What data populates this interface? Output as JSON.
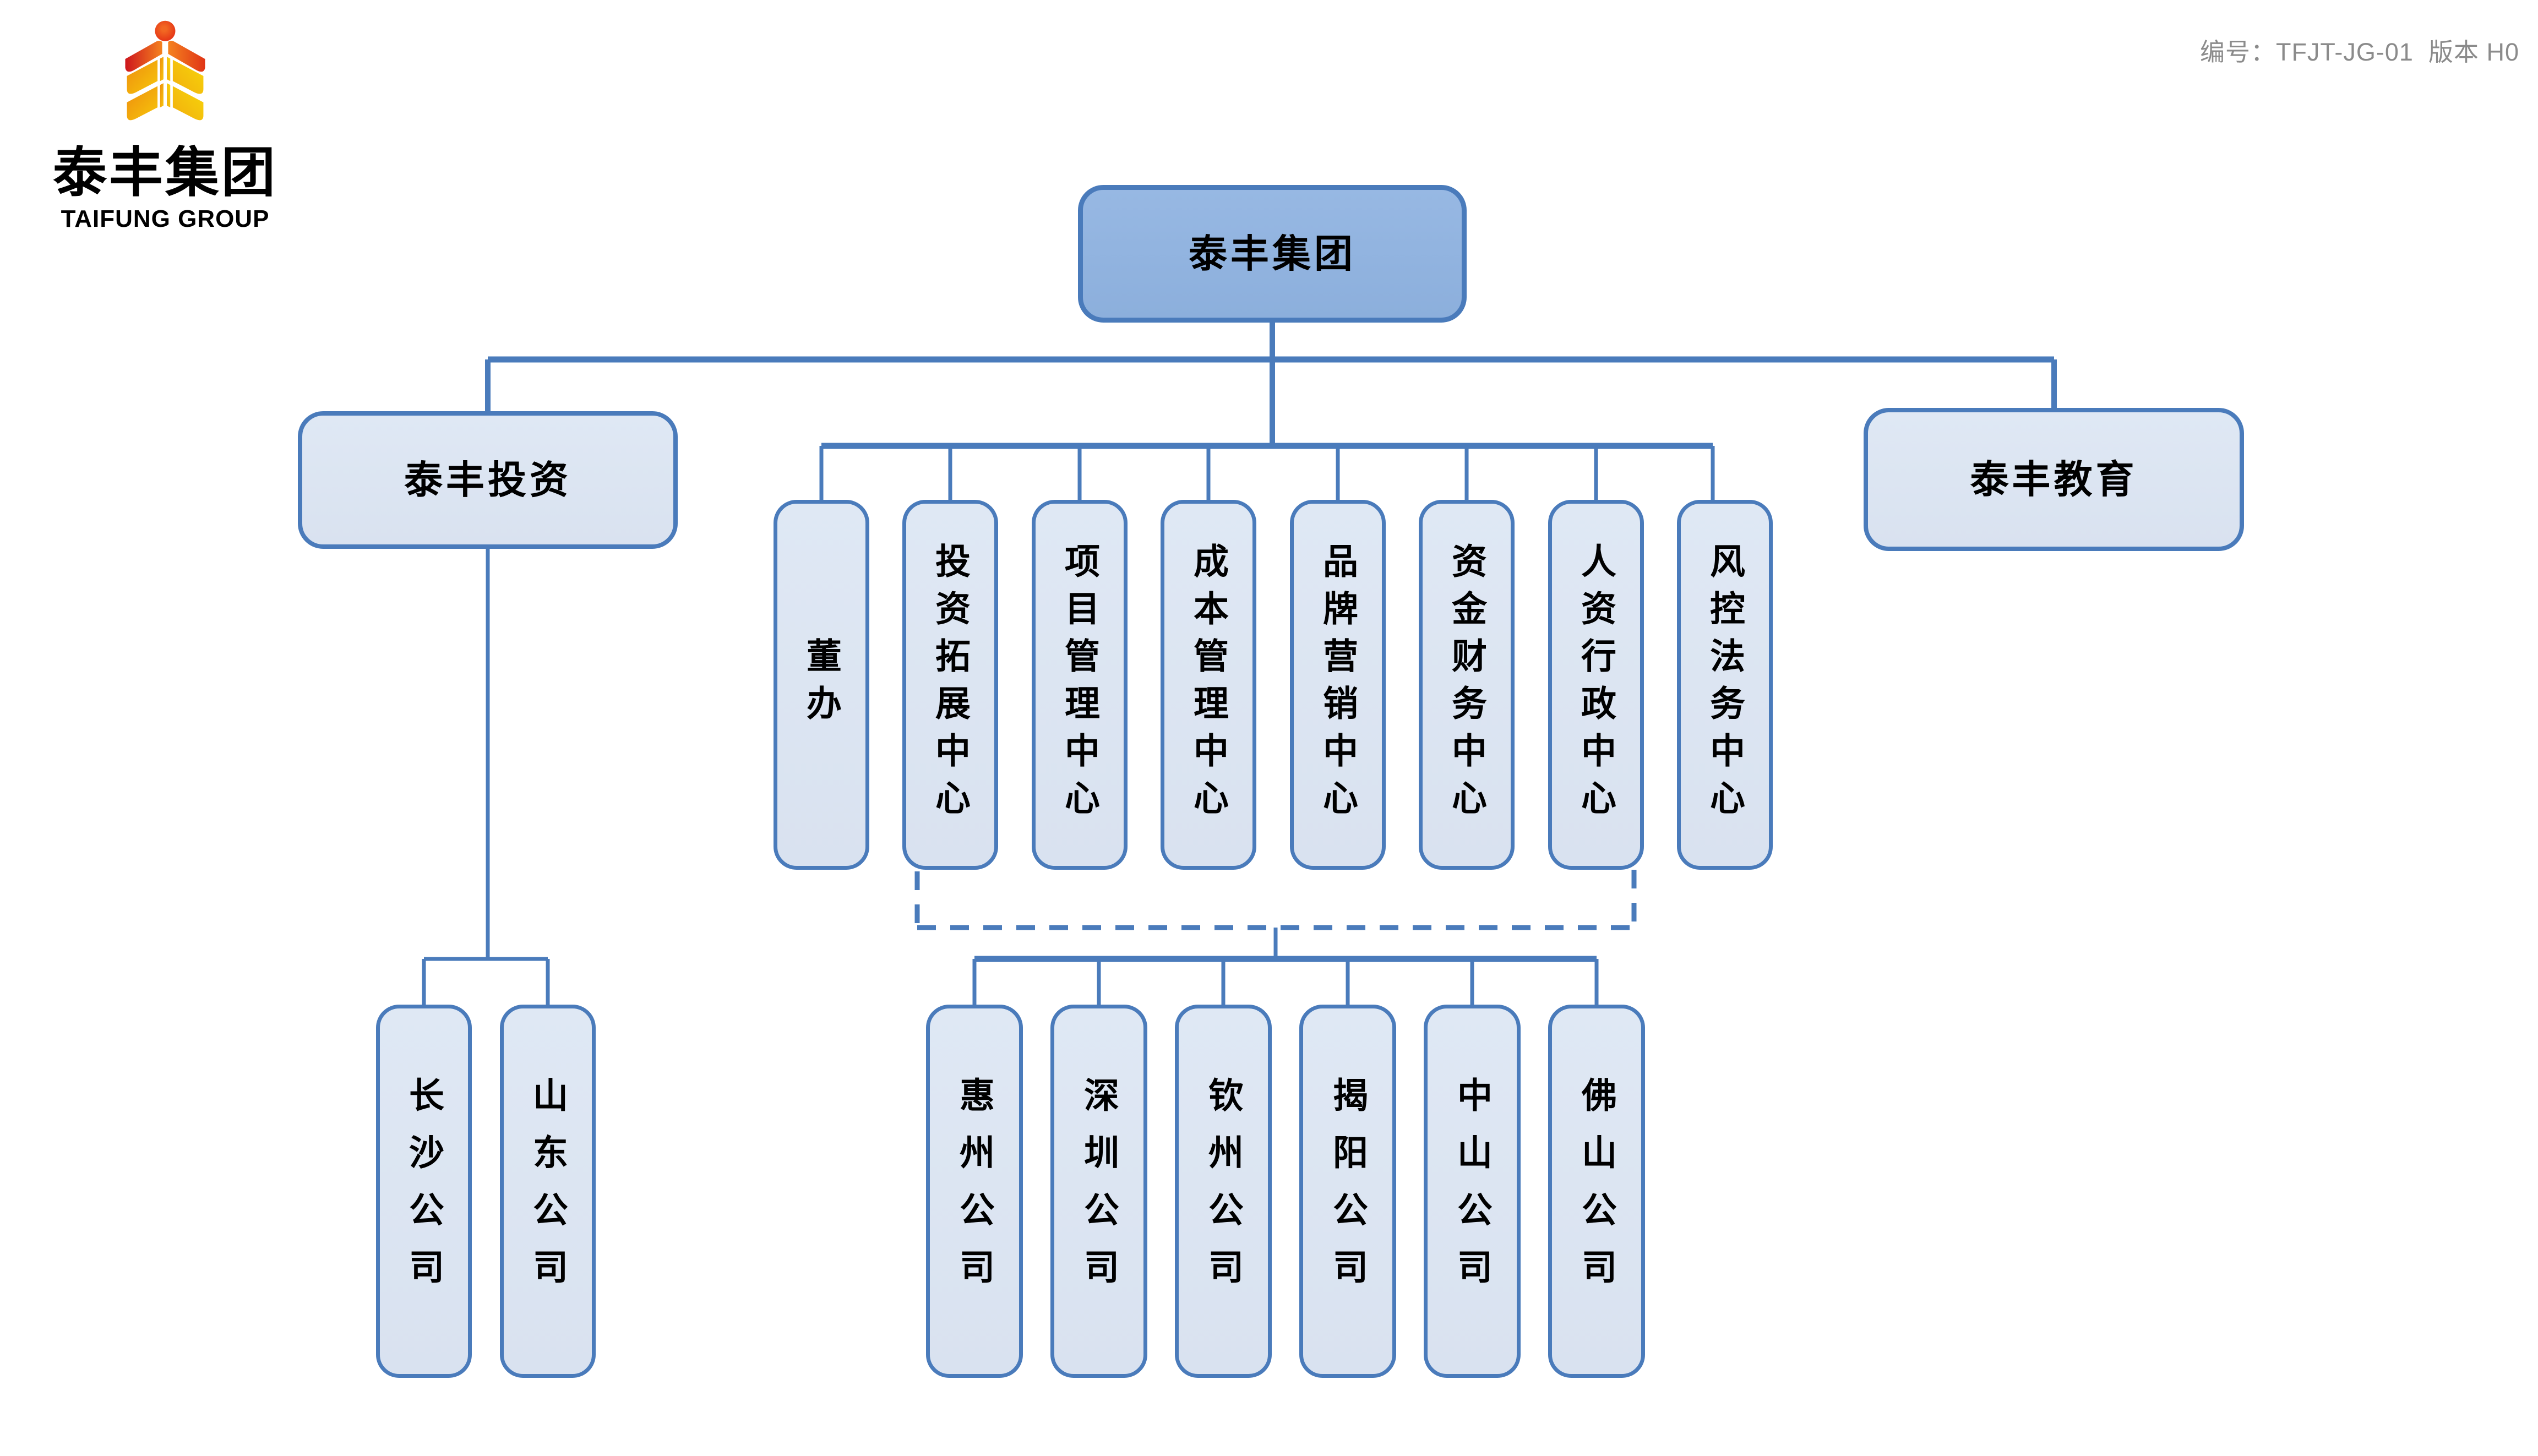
{
  "header": {
    "logo": {
      "icon": "wheat-person-logo",
      "name_cn": "泰丰集团",
      "name_en": "TAIFUNG GROUP"
    },
    "doc_code": "编号：TFJT-JG-01  版本 H0"
  },
  "org": {
    "root": "泰丰集团",
    "branch_left": "泰丰投资",
    "branch_right": "泰丰教育",
    "left_children": [
      "长沙公司",
      "山东公司"
    ],
    "centers": [
      "董办",
      "投资拓展中心",
      "项目管理中心",
      "成本管理中心",
      "品牌营销中心",
      "资金财务中心",
      "人资行政中心",
      "风控法务中心"
    ],
    "subsidiaries": [
      "惠州公司",
      "深圳公司",
      "钦州公司",
      "揭阳公司",
      "中山公司",
      "佛山公司"
    ]
  },
  "colors": {
    "line_and_border": "#4A7BBB",
    "root_fill": "#92B4DF",
    "node_fill": "#DCE5F2",
    "text": "#000000",
    "doc_code_text": "#8B8B8B",
    "logo_red": "#D8201B",
    "logo_orange": "#F5821F",
    "logo_yellow": "#F7D60A"
  }
}
